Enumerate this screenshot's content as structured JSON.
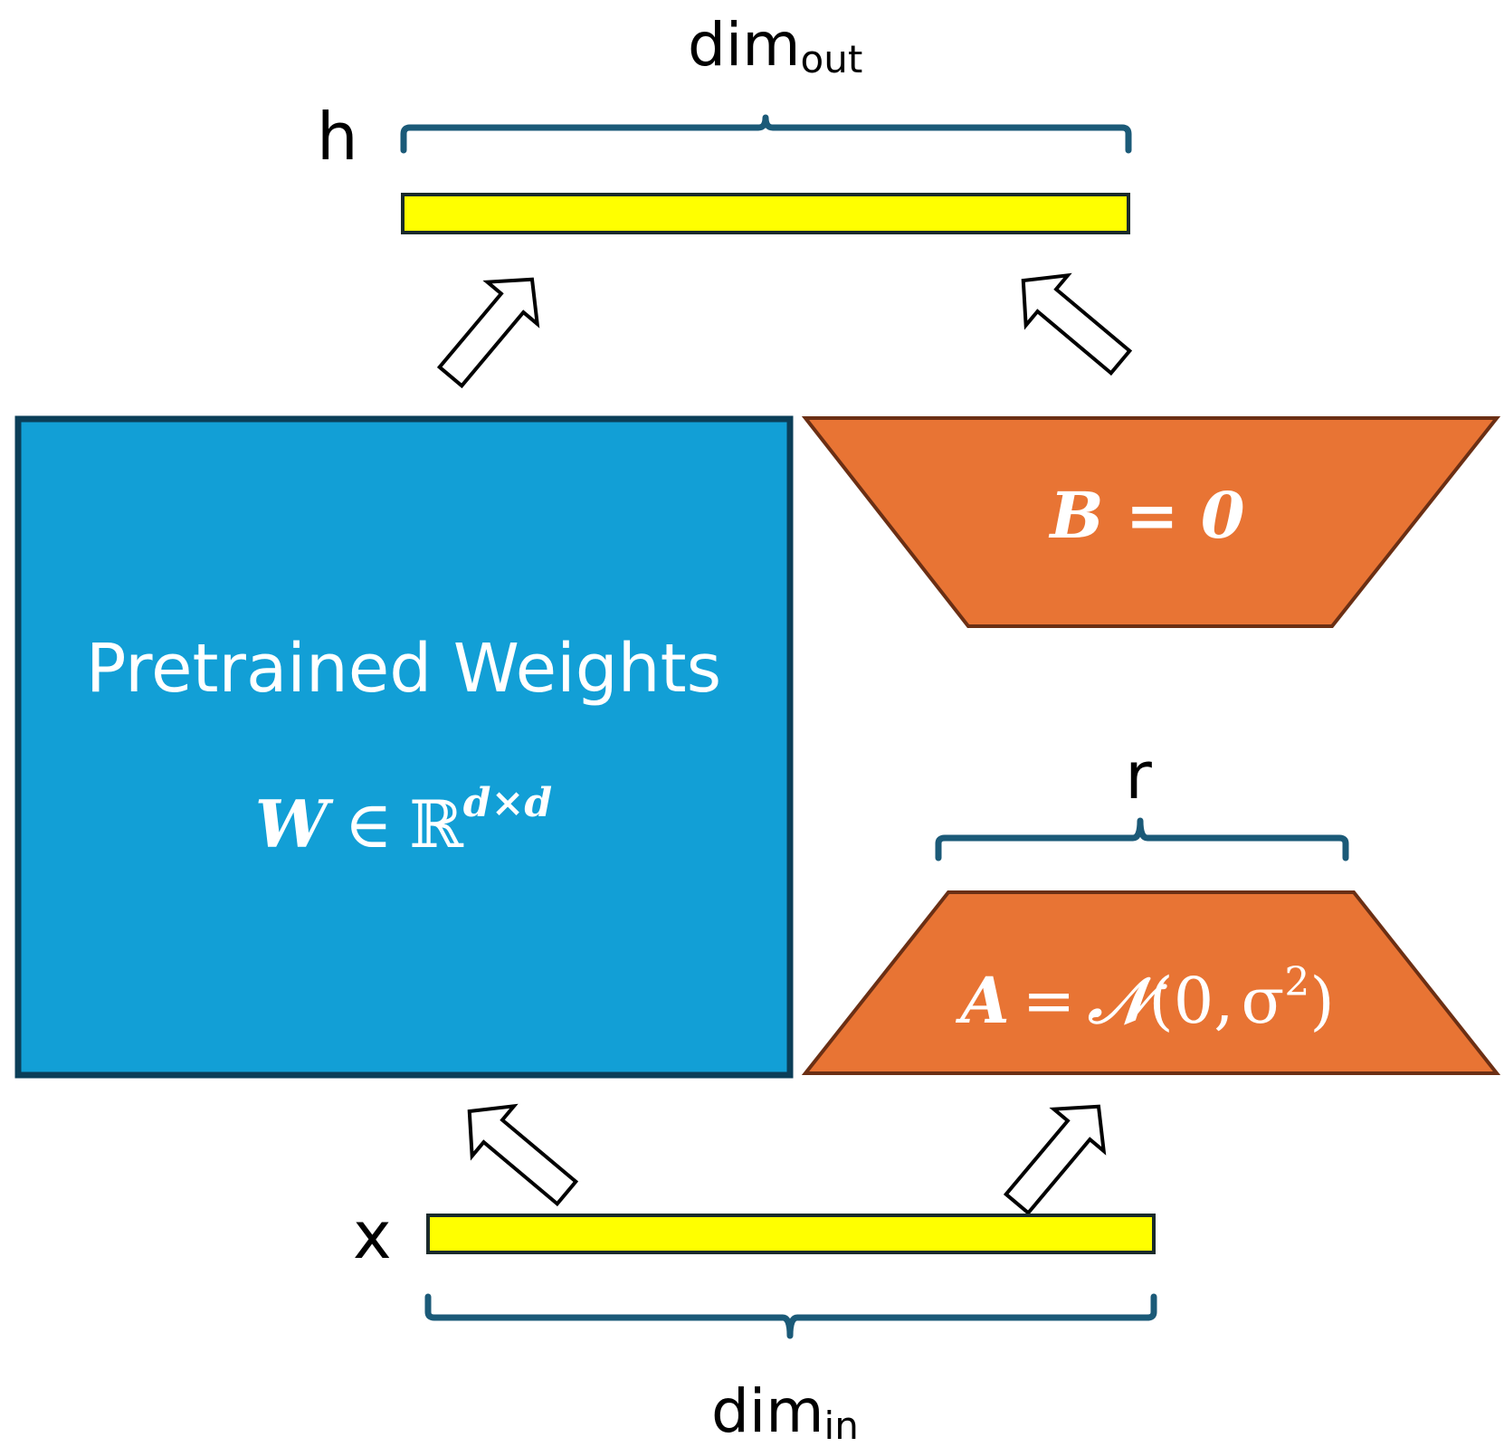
{
  "colors": {
    "weights_fill": "#129fd6",
    "weights_stroke": "#0b3e58",
    "lora_fill": "#e87434",
    "lora_stroke": "#6b2f14",
    "vector_fill": "#ffff00",
    "vector_stroke": "#1a2a2a",
    "brace": "#1b5a78",
    "arrow_fill": "#ffffff",
    "arrow_stroke": "#000000"
  },
  "labels": {
    "dim_out_main": "dim",
    "dim_out_sub": "out",
    "h": "h",
    "x": "x",
    "r": "r",
    "dim_in_main": "dim",
    "dim_in_sub": "in"
  },
  "weights": {
    "title": "Pretrained Weights",
    "formula": {
      "var": "W",
      "rel": "∈",
      "set": "ℝ",
      "exp": "d×d"
    }
  },
  "matrix_b": {
    "formula": "B = 0"
  },
  "matrix_a": {
    "formula": {
      "lhs": "A",
      "eq": "=",
      "dist": "𝒩",
      "open": "(",
      "mean": "0,",
      "sigma": "σ",
      "sq": "2",
      "close": ")"
    }
  }
}
